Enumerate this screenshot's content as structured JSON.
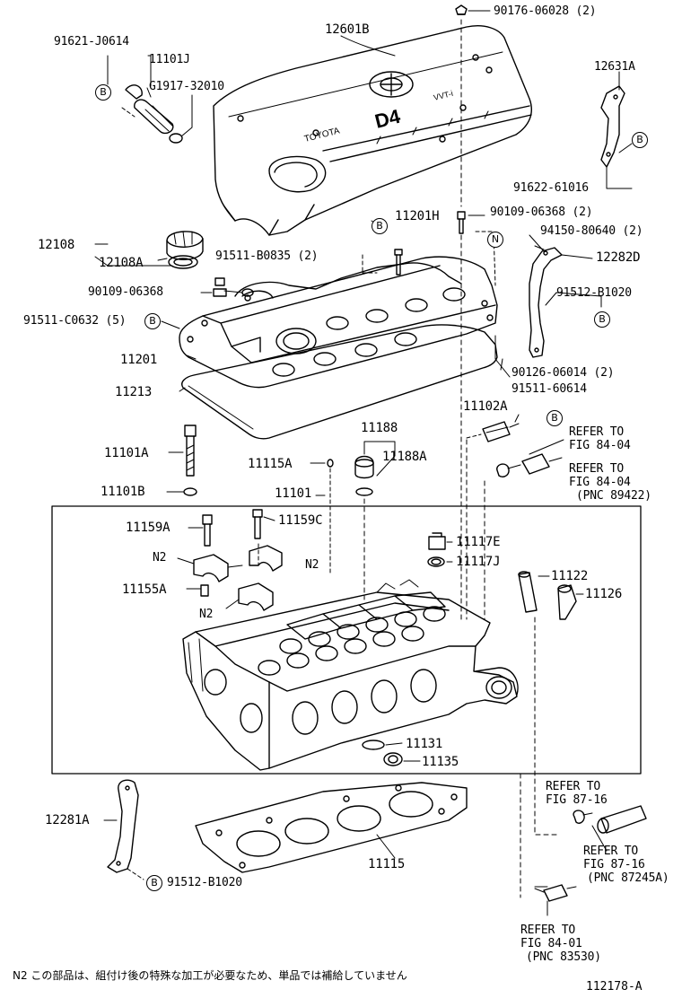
{
  "labels": {
    "p90176": "90176-06028 (2)",
    "p91621": "91621-J0614",
    "p12601B": "12601B",
    "p11101J": "11101J",
    "pG1917": "G1917-32010",
    "p12631A": "12631A",
    "p91622": "91622-61016",
    "p11201H": "11201H",
    "p90109a": "90109-06368 (2)",
    "p12108": "12108",
    "p12108A": "12108A",
    "p91511B": "91511-B0835 (2)",
    "p94150": "94150-80640 (2)",
    "p12282D": "12282D",
    "p90109b": "90109-06368",
    "p91512a": "91512-B1020",
    "p91511C": "91511-C0632 (5)",
    "p11201": "11201",
    "p90126": "90126-06014 (2)",
    "p11213": "11213",
    "p91511_60614": "91511-60614",
    "p11188": "11188",
    "p11102A": "11102A",
    "p11101A": "11101A",
    "p11115A": "11115A",
    "p11188A": "11188A",
    "p11101B": "11101B",
    "p11101": "11101",
    "ref1a": "REFER TO",
    "ref1b": "FIG 84-04",
    "ref2a": "REFER TO",
    "ref2b": "FIG 84-04",
    "ref2c": "(PNC 89422)",
    "p11159A": "11159A",
    "p11159C": "11159C",
    "p11117E": "11117E",
    "pN2a": "N2",
    "pN2b": "N2",
    "pN2c": "N2",
    "p11117J": "11117J",
    "p11155A": "11155A",
    "p11122": "11122",
    "p11126": "11126",
    "p11131": "11131",
    "p11135": "11135",
    "ref3a": "REFER TO",
    "ref3b": "FIG 87-16",
    "p12281A": "12281A",
    "ref4a": "REFER TO",
    "ref4b": "FIG 87-16",
    "ref4c": "(PNC 87245A)",
    "p11115": "11115",
    "p91512b": "91512-B1020",
    "ref5a": "REFER TO",
    "ref5b": "FIG 84-01",
    "ref5c": "(PNC 83530)"
  },
  "callouts": {
    "B": "B",
    "N": "N"
  },
  "cover_text": {
    "brand": "TOYOTA",
    "engine": "D4",
    "badge": "VVT-i"
  },
  "footer": {
    "note": "N2 この部品は、組付け後の特殊な加工が必要なため、単品では補給していません",
    "figure_id": "112178-A"
  }
}
